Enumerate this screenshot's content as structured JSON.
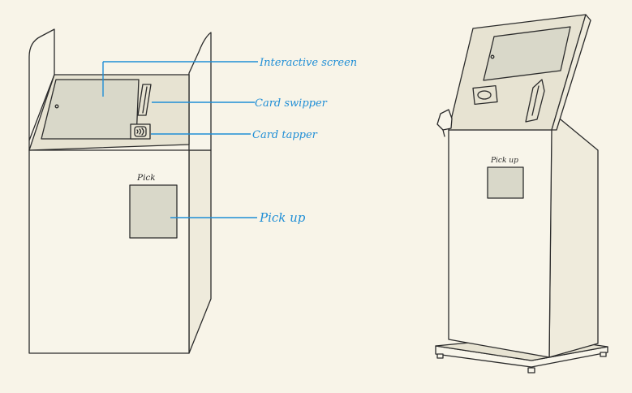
{
  "left_kiosk": {
    "callouts": {
      "screen": "Interactive screen",
      "swiper": "Card swipper",
      "tapper": "Card tapper",
      "pickup": "Pick up"
    },
    "pickup_label": "Pick"
  },
  "right_kiosk": {
    "pickup_label": "Pick up"
  },
  "colors": {
    "background": "#f8f4e8",
    "outline": "#2b2b2b",
    "callout": "#1f8ed6",
    "screen": "#d9d8c9"
  }
}
